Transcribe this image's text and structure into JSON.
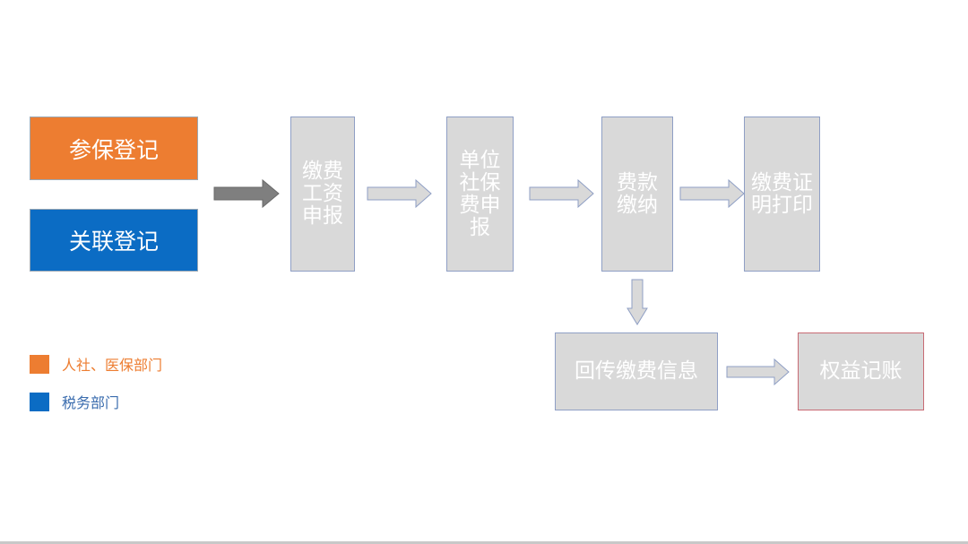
{
  "left_boxes": {
    "enroll": {
      "label": "参保登记",
      "color": "#ed7d31"
    },
    "link": {
      "label": "关联登记",
      "color": "#0b6cc4"
    }
  },
  "flow": {
    "step1": "缴费工资申报",
    "step2": "单位社保费申报",
    "step3": "费款缴纳",
    "step4": "缴费证明打印",
    "step5": "回传缴费信息",
    "step6": "权益记账"
  },
  "legend": [
    {
      "label": "人社、医保部门",
      "color": "#ed7d31"
    },
    {
      "label": "税务部门",
      "color": "#0b6cc4"
    }
  ],
  "colors": {
    "box_fill": "#d9d9d9",
    "box_border": "#8f9fc5",
    "accent_border": "#c86b74",
    "arrow_dark": "#7f7f7f",
    "arrow_light": "#d9d9d9"
  }
}
